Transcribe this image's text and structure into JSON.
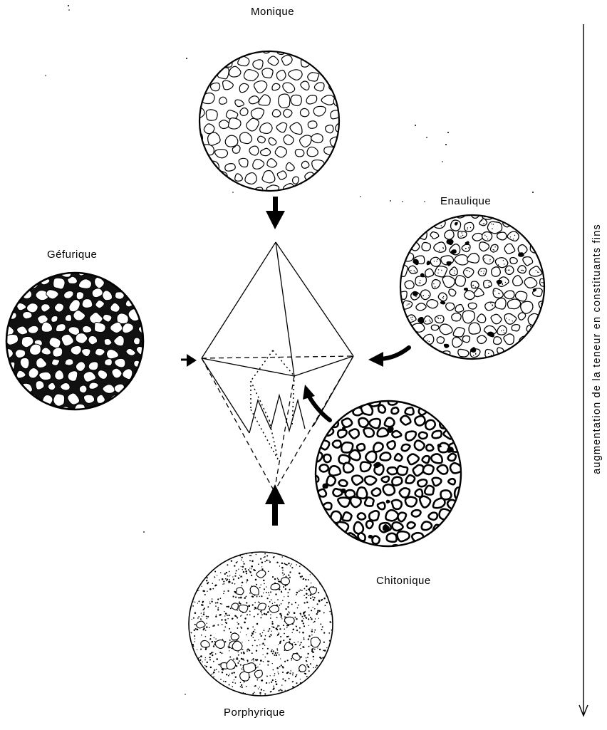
{
  "labels": {
    "monique": "Monique",
    "enaulique": "Enaulique",
    "gefurique": "Géfurique",
    "chitonique": "Chitonique",
    "porphyrique": "Porphyrique"
  },
  "axis_label": "augmentation de la teneur en constituants fins",
  "icons": {
    "down_arrow": "down-arrow-icon",
    "up_arrow": "up-arrow-icon",
    "curved_arrow": "curved-arrow-icon"
  }
}
